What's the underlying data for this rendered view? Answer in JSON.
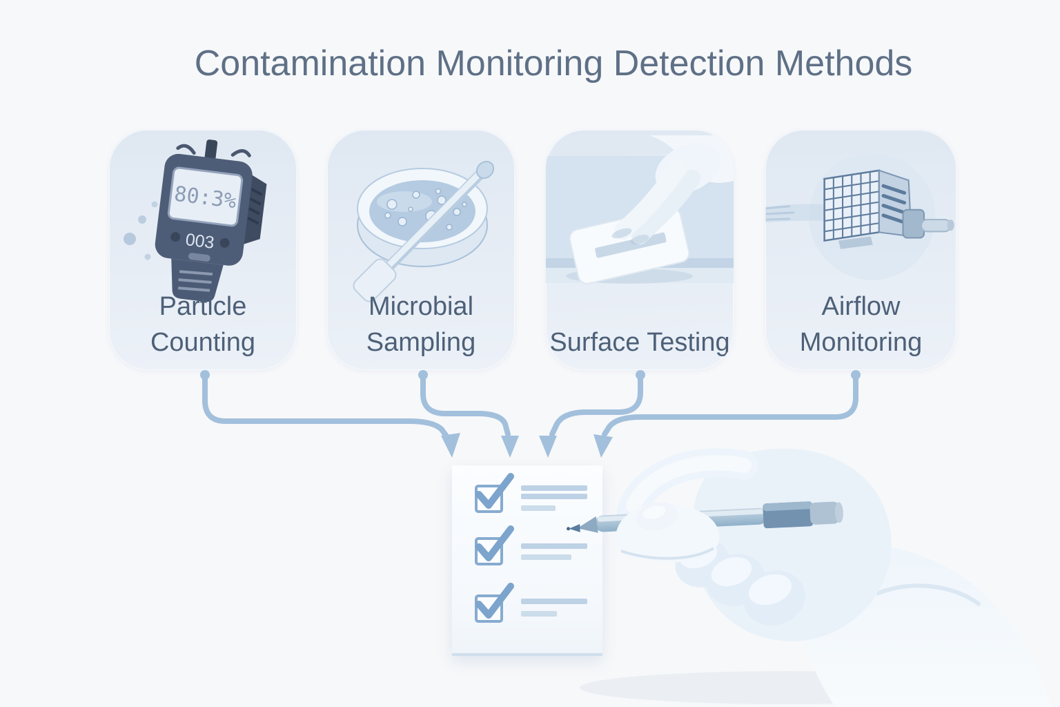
{
  "title": "Contamination Monitoring Detection Methods",
  "methods": [
    {
      "label": "Particle Counting",
      "icon": "particle-counter-icon",
      "device_display": "80:3%",
      "device_readout": "003"
    },
    {
      "label": "Microbial Sampling",
      "icon": "petri-dish-swab-icon"
    },
    {
      "label": "Surface Testing",
      "icon": "gloved-hand-contact-plate-icon"
    },
    {
      "label": "Airflow Monitoring",
      "icon": "air-filter-fan-unit-icon"
    }
  ],
  "flow": {
    "arrow_count": 4,
    "arrows_from": [
      "Particle Counting",
      "Microbial Sampling",
      "Surface Testing",
      "Airflow Monitoring"
    ],
    "arrows_to": "checklist",
    "checklist": {
      "icon": "checklist-paper",
      "items": [
        {
          "checked": true,
          "text_lines": 3
        },
        {
          "checked": true,
          "text_lines": 2
        },
        {
          "checked": true,
          "text_lines": 2
        }
      ]
    },
    "hand": {
      "icon": "gloved-hand-with-pen"
    }
  },
  "colors": {
    "background": "#f7f8fa",
    "card_background": "#e3ebf4",
    "title_text": "#5e7086",
    "label_text": "#4d6078",
    "arrow": "#a2c0dc",
    "checkbox_border": "#86abd0",
    "checkmark": "#7ca4cc",
    "checklist_line": "#bed2e6",
    "device_body": "#4e5d77",
    "glove": "#eaf2f9",
    "pen_grip": "#7292b0"
  }
}
